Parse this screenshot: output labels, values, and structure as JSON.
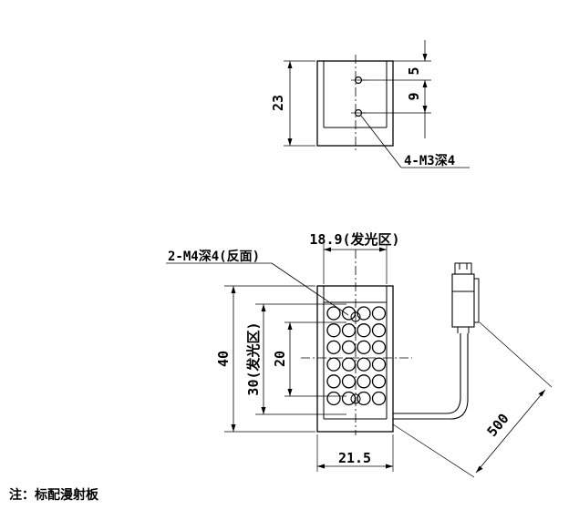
{
  "top_view": {
    "dim_height": "23",
    "dim_hole_offset": "5",
    "dim_hole_spacing": "9",
    "hole_label": "4-M3深4"
  },
  "front_view": {
    "dim_emitting_width": "18.9(发光区)",
    "rear_hole_label": "2-M4深4(反面)",
    "dim_total_height": "40",
    "dim_emitting_height": "30(发光区)",
    "dim_inner_height": "20",
    "dim_total_width": "21.5",
    "dim_cable_length": "500"
  },
  "led_grid": {
    "rows": 6,
    "cols": 4
  },
  "note": "注：标配漫射板"
}
